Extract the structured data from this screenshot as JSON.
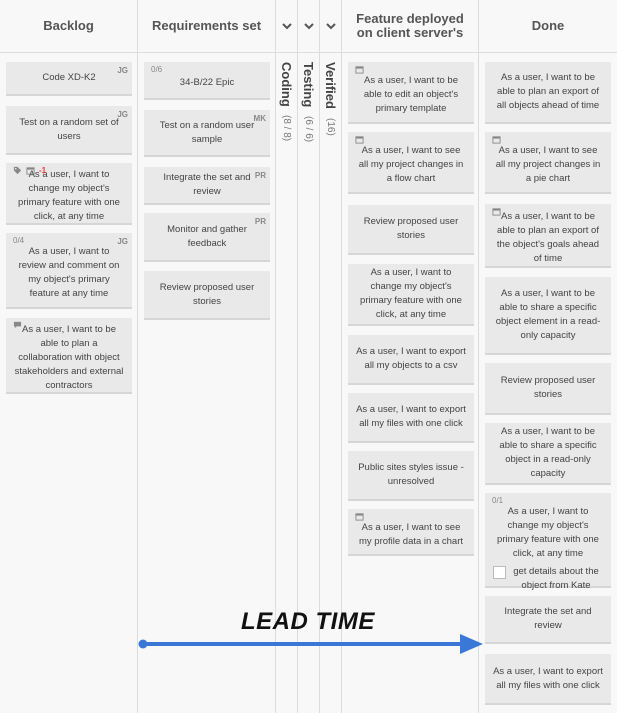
{
  "columns": {
    "backlog": {
      "title": "Backlog",
      "cards": [
        {
          "text": "Code XD-K2",
          "initials": "JG"
        },
        {
          "text": "Test on a random set of users",
          "initials": "JG"
        },
        {
          "text": "As a user, I want to change my object's primary feature with one click, at any time",
          "badge": "-1",
          "icons": [
            "tag-icon",
            "calendar-icon"
          ]
        },
        {
          "text": "As a user, I want to review and comment on my object's primary feature at any time",
          "progress": "0/4",
          "initials": "JG"
        },
        {
          "text": "As a user, I want to be able to plan a collaboration with object stakeholders and external contractors",
          "icons": [
            "comment-icon"
          ]
        }
      ]
    },
    "requirements": {
      "title": "Requirements set",
      "cards": [
        {
          "text": "34-B/22 Epic",
          "progress": "0/6"
        },
        {
          "text": "Test on a random user sample",
          "initials": "MK"
        },
        {
          "text": "Integrate the set and review",
          "initials": "PR"
        },
        {
          "text": "Monitor and gather feedback",
          "initials": "PR"
        },
        {
          "text": "Review proposed user stories"
        }
      ]
    },
    "coding": {
      "title": "Coding",
      "count": "(8 / 8)"
    },
    "testing": {
      "title": "Testing",
      "count": "(6 / 6)"
    },
    "verified": {
      "title": "Verified",
      "count": "(16)"
    },
    "deployed": {
      "title": "Feature deployed on client server's",
      "cards": [
        {
          "text": "As a user, I want to be able to edit an object's primary template",
          "icons": [
            "calendar-icon"
          ]
        },
        {
          "text": "As a user, I want to see all my project changes in a flow chart",
          "icons": [
            "calendar-icon"
          ]
        },
        {
          "text": "Review proposed user stories"
        },
        {
          "text": "As a user, I want to change my object's primary feature with one click, at any time"
        },
        {
          "text": "As a user, I want to export all my objects to a csv"
        },
        {
          "text": "As a user, I want to export all my files with one click"
        },
        {
          "text": "Public sites styles issue - unresolved"
        },
        {
          "text": "As a user, I want to see my profile data in a chart",
          "icons": [
            "calendar-icon"
          ]
        }
      ]
    },
    "done": {
      "title": "Done",
      "cards": [
        {
          "text": "As a user, I want to be able to plan an export of all objects ahead of time"
        },
        {
          "text": "As a user, I want to see all my project changes in a pie chart",
          "icons": [
            "calendar-icon"
          ]
        },
        {
          "text": "As a user, I want to be able to plan an export of the object's goals ahead of time",
          "icons": [
            "calendar-icon"
          ]
        },
        {
          "text": "As a user, I want to be able to share a specific object element in a read-only capacity"
        },
        {
          "text": "Review proposed user stories"
        },
        {
          "text": "As a user, I want to be able to share a specific object in a read-only capacity"
        },
        {
          "text": "As a user, I want to change my object's primary feature with one click, at any time",
          "progress": "0/1",
          "subtask": "get details about the object from Kate"
        },
        {
          "text": "Integrate the set and review"
        },
        {
          "text": "As a user, I want to export all my files with one click"
        }
      ]
    }
  },
  "annotation": {
    "label": "LEAD TIME",
    "arrow_color": "#3a78d8"
  },
  "icons": {
    "collapse": "chevron-down-icon"
  }
}
